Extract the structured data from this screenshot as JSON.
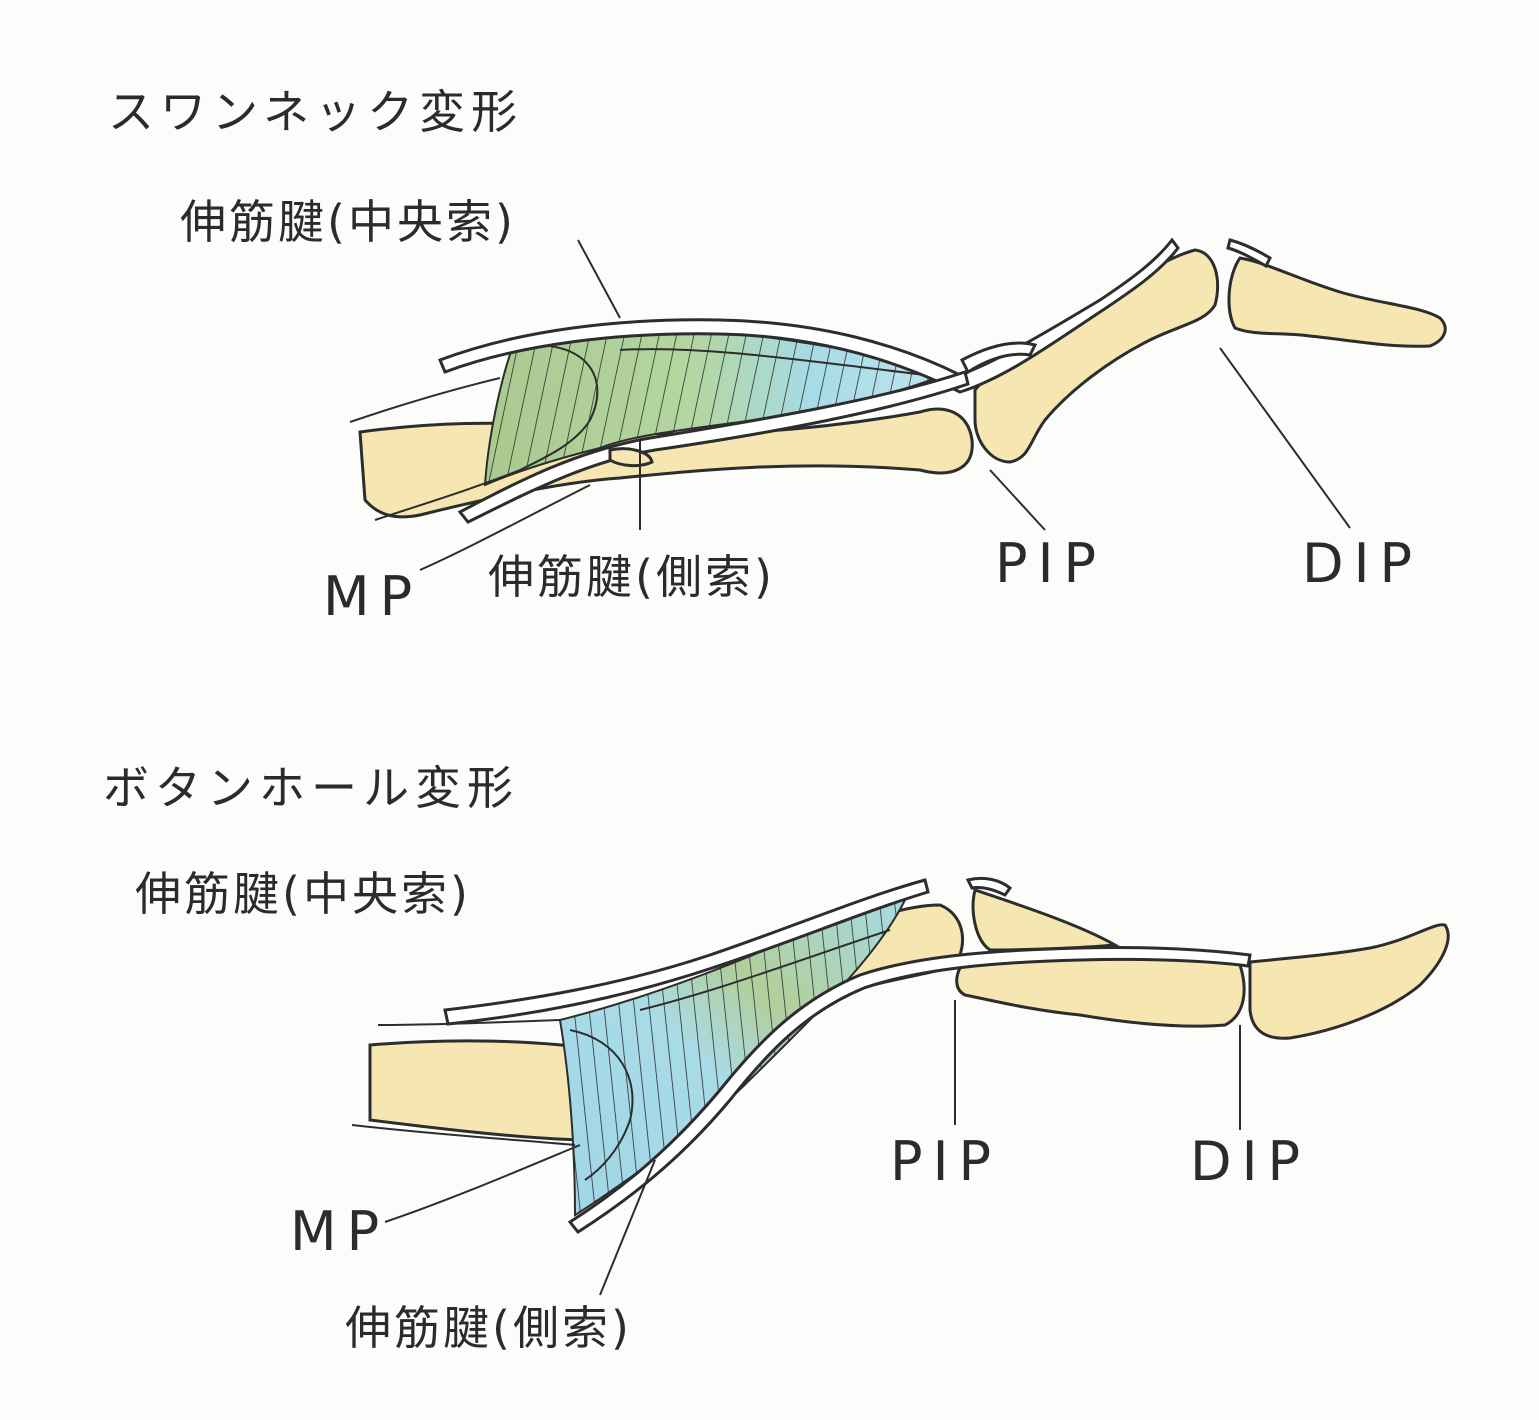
{
  "panels": [
    {
      "title": "スワンネック変形",
      "labels": {
        "central": "伸筋腱(中央索)",
        "lateral": "伸筋腱(側索)",
        "mp": "MP",
        "pip": "PIP",
        "dip": "DIP"
      }
    },
    {
      "title": "ボタンホール変形",
      "labels": {
        "central": "伸筋腱(中央索)",
        "lateral": "伸筋腱(側索)",
        "mp": "MP",
        "pip": "PIP",
        "dip": "DIP"
      }
    }
  ],
  "colors": {
    "bone": "#f6e7b2",
    "tendon_blue": "#a9dbe8",
    "tendon_green": "#b6cf9f",
    "ink": "#2d2d2d",
    "paper": "#fcfcfa"
  }
}
